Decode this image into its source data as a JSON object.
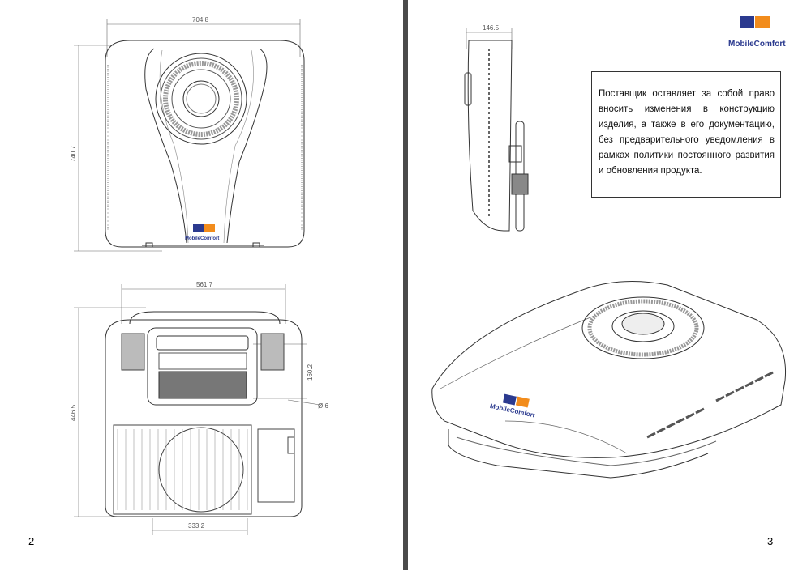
{
  "left_page": {
    "page_number": "2",
    "drawing_front": {
      "width_dim": "704.8",
      "height_dim": "740.7",
      "logo_text": "MobileComfort"
    },
    "drawing_bottom": {
      "width_dim": "561.7",
      "height_dim": "446.5",
      "opening_dim": "160.2",
      "hole_dim": "Ø 6",
      "base_dim": "333.2"
    }
  },
  "right_page": {
    "page_number": "3",
    "side_dim": "146.5",
    "brand_logo_text": "MobileComfort",
    "notice_text": "Поставщик оставляет за собой право вносить изменения в конструкцию изделия, а также в его документацию, без предварительного уведомления в рамках политики постоянного развития и обновления продукта.",
    "iso_logo_text": "MobileComfort"
  },
  "colors": {
    "brand_blue": "#2b3a8f",
    "brand_orange": "#f28c1c",
    "line": "#333333",
    "bg": "#4a4a4a"
  }
}
